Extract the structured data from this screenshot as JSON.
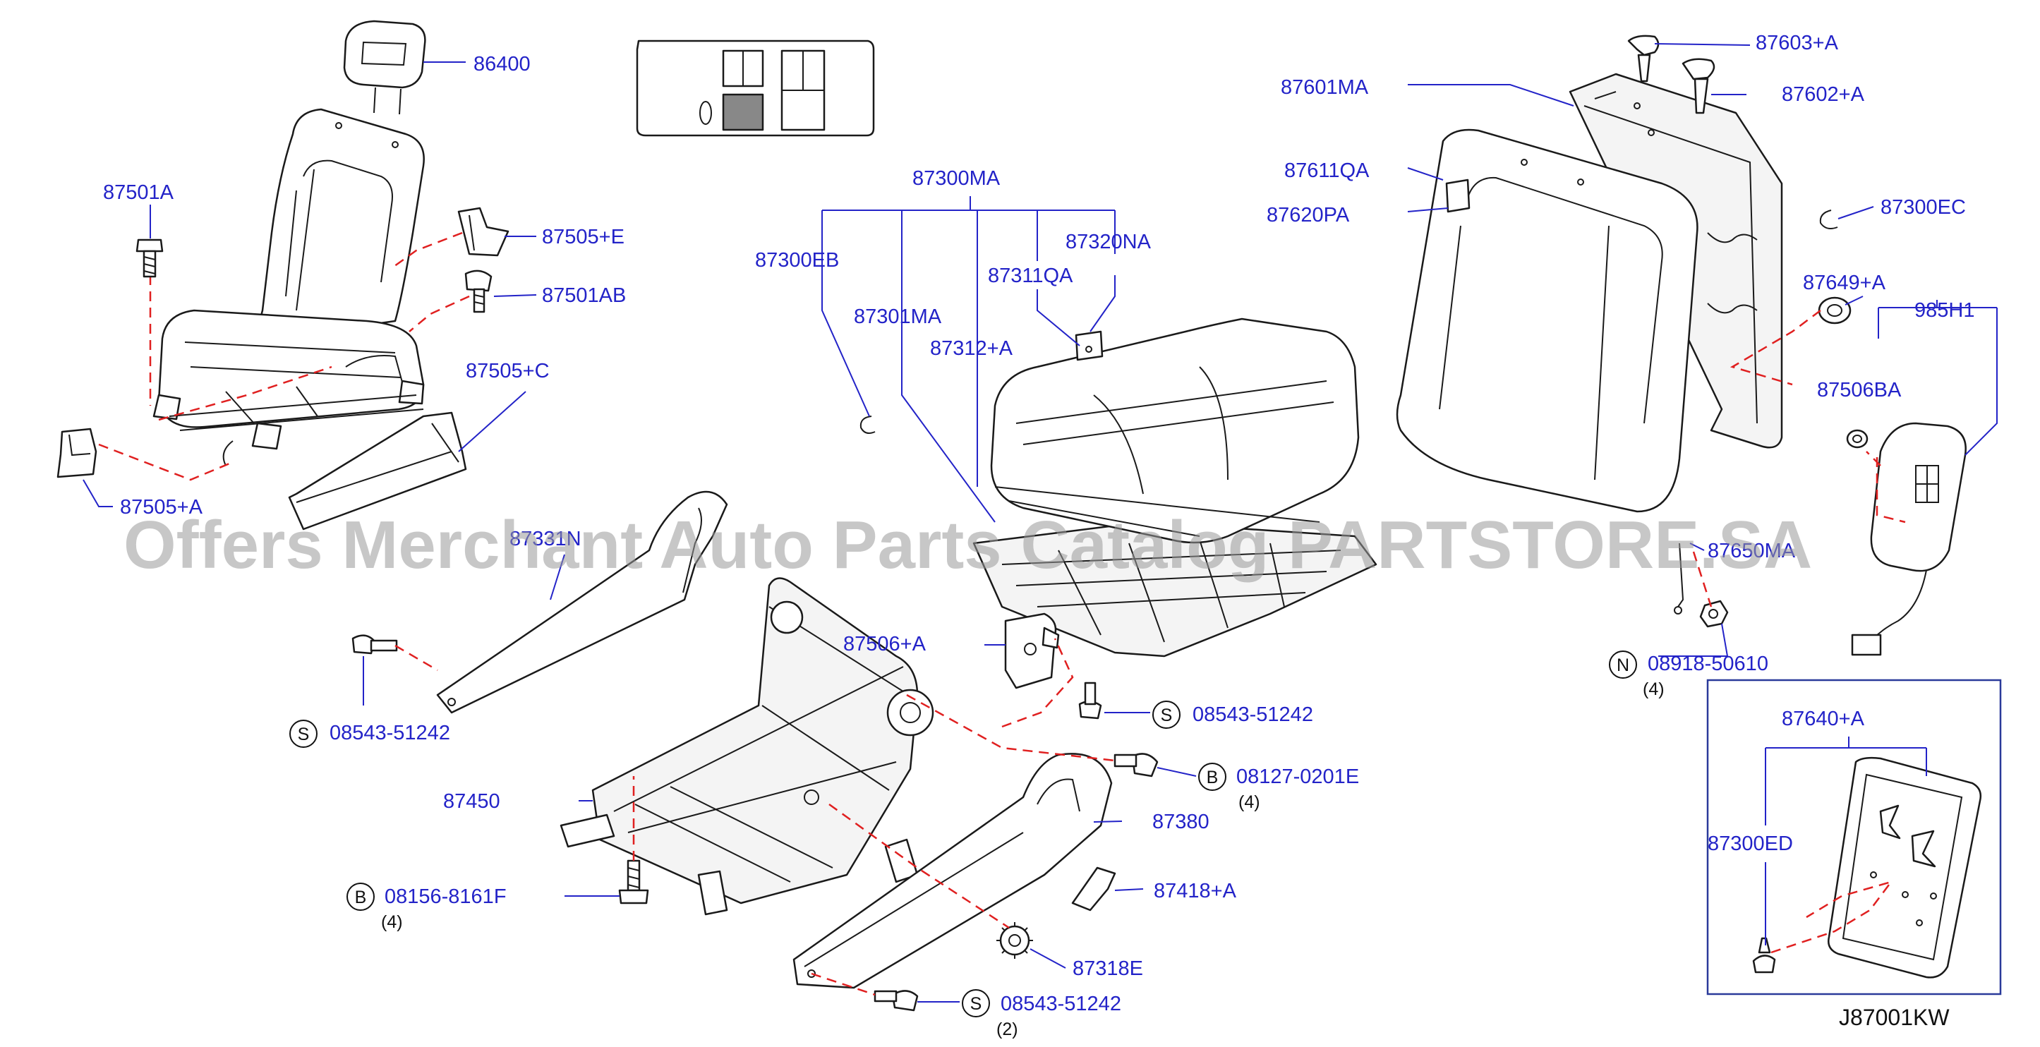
{
  "labels": {
    "headrest": "86400",
    "bolt_a": "87501A",
    "clip_e": "87505+E",
    "bolt_ab": "87501AB",
    "clip_c": "87505+C",
    "clip_a": "87505+A",
    "cover_n": "87331N",
    "pad_ma": "87300MA",
    "cushion_eb": "87300EB",
    "cover_na": "87320NA",
    "frame_qa": "87311QA",
    "pad_301": "87301MA",
    "wire_312": "87312+A",
    "back_frame": "87601MA",
    "back_qa": "87611QA",
    "back_pa": "87620PA",
    "guide_603": "87603+A",
    "guide_602": "87602+A",
    "back_ec": "87300EC",
    "knob_649": "87649+A",
    "harness": "985H1",
    "grommet_ba": "87506BA",
    "back_650": "87650MA",
    "nut_code": "08918-50610",
    "nut_qty": "(4)",
    "clip_506": "87506+A",
    "screw_1": "08543-51242",
    "screw_2": "08543-51242",
    "screw_3": "08543-51242",
    "screw_3_qty": "(2)",
    "bolt_0201": "08127-0201E",
    "bolt_0201_qty": "(4)",
    "adjuster": "87450",
    "finisher": "87380",
    "knob_418": "87418+A",
    "gear": "87318E",
    "bolt_8161": "08156-8161F",
    "bolt_8161_qty": "(4)",
    "board_640": "87640+A",
    "board_ed": "87300ED",
    "diagram_code": "J87001KW"
  },
  "symbols": {
    "s": "S",
    "b": "B",
    "n": "N"
  },
  "watermark": "Offers Merchant Auto Parts Catalog PARTSTORE.SA",
  "colors": {
    "label": "#2323c8",
    "leader": "#2323c8",
    "dashed": "#e02020",
    "outline": "#1a1a1a"
  }
}
